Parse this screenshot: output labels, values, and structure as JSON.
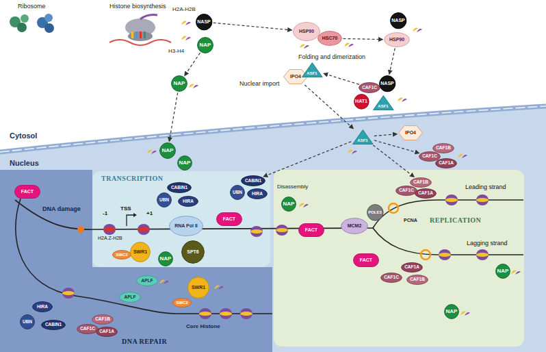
{
  "diagram": {
    "nodes": [
      {
        "text": [
          "NASP"
        ]
      },
      {
        "text": [
          "NAP"
        ]
      },
      {
        "text": [
          "NAP"
        ]
      },
      {
        "text": [
          "HSP90"
        ]
      },
      {
        "text": [
          "HSC70"
        ]
      },
      {
        "text": [
          "NASP"
        ]
      },
      {
        "text": [
          "HSP90"
        ]
      },
      {
        "text": [
          "IPO4"
        ]
      },
      {
        "text": [
          "ASF1"
        ]
      },
      {
        "text": [
          "CAF1C"
        ]
      },
      {
        "text": [
          "NASP"
        ]
      },
      {
        "text": [
          "HAT1"
        ]
      },
      {
        "text": [
          "ASF1"
        ]
      },
      {
        "text": [
          "NAP"
        ]
      },
      {
        "text": [
          "NAP"
        ]
      },
      {
        "text": [
          "ASF1"
        ]
      },
      {
        "text": [
          "IPO4"
        ]
      },
      {
        "text": [
          "CAF1B"
        ]
      },
      {
        "text": [
          "CAF1C"
        ]
      },
      {
        "text": [
          "CAF1A"
        ]
      },
      {
        "text": [
          "TRANSCRIPTION"
        ]
      },
      {
        "text": [
          "CABIN1"
        ],
        "in": 20
      },
      {
        "text": [
          "UBN"
        ],
        "in": 20
      },
      {
        "text": [
          "HIRA"
        ],
        "in": 20
      },
      {
        "text": [
          "CABIN1"
        ],
        "in": 20
      },
      {
        "text": [
          "UBN"
        ],
        "in": 20
      },
      {
        "text": [
          "HIRA"
        ],
        "in": 20
      },
      {
        "text": [
          "RNA Pol II"
        ],
        "in": 20
      },
      {
        "text": [
          "FACT"
        ],
        "in": 20
      },
      {
        "text": [
          "SWC2"
        ],
        "in": 20
      },
      {
        "text": [
          "SWR1"
        ],
        "in": 20
      },
      {
        "text": [
          "SPT6"
        ],
        "in": 20
      },
      {
        "text": [
          "NAP"
        ],
        "in": 20
      },
      {
        "text": [
          "REPLICATION"
        ]
      },
      {
        "text": [
          "NAP"
        ],
        "in": 33
      },
      {
        "text": [
          "CAF1B"
        ],
        "in": 33
      },
      {
        "text": [
          "CAF1C"
        ],
        "in": 33
      },
      {
        "text": [
          "CAF1A"
        ],
        "in": 33
      },
      {
        "text": [
          "FACT"
        ],
        "in": 33
      },
      {
        "text": [
          "MCM2"
        ],
        "in": 33
      },
      {
        "text": [
          "POLE3"
        ],
        "in": 33
      },
      {
        "text": [
          "FACT"
        ],
        "in": 33
      },
      {
        "text": [
          "CAF1A"
        ],
        "in": 33
      },
      {
        "text": [
          "CAF1B"
        ],
        "in": 33
      },
      {
        "text": [
          "CAF1C"
        ],
        "in": 33
      },
      {
        "text": [
          "NAP"
        ],
        "in": 33
      },
      {
        "text": [
          "NAP"
        ],
        "in": 33
      },
      {
        "text": [
          "DNA REPAIR"
        ]
      },
      {
        "text": [
          "FACT"
        ],
        "in": 47
      },
      {
        "text": [
          "APLF"
        ],
        "in": 47
      },
      {
        "text": [
          "SWR1"
        ],
        "in": 47
      },
      {
        "text": [
          "APLF"
        ],
        "in": 47
      },
      {
        "text": [
          "SWC2"
        ],
        "in": 47
      },
      {
        "text": [
          "HIRA"
        ],
        "in": 47
      },
      {
        "text": [
          "UBN"
        ],
        "in": 47
      },
      {
        "text": [
          "CABIN1"
        ],
        "in": 47
      },
      {
        "text": [
          "CAF1B"
        ],
        "in": 47
      },
      {
        "text": [
          "CAF1C"
        ],
        "in": 47
      },
      {
        "text": [
          "CAF1A"
        ],
        "in": 47
      }
    ],
    "edges": [
      {
        "from": 0,
        "to": 3,
        "arrow": "to"
      },
      {
        "from": 4,
        "to": 6,
        "arrow": "to"
      },
      {
        "from": 6,
        "to": 10,
        "arrow": "to"
      },
      {
        "from": 9,
        "to": 8,
        "arrow": "to"
      },
      {
        "from": 1,
        "to": 2,
        "arrow": "to"
      },
      {
        "from": 2,
        "to": 13,
        "arrow": "to"
      },
      {
        "from": 7,
        "to": 15,
        "arrow": "to"
      },
      {
        "from": 15,
        "to": 16,
        "arrow": "to"
      },
      {
        "from": 15,
        "to": 18,
        "arrow": "to"
      },
      {
        "from": 15,
        "to": 24,
        "arrow": "to"
      },
      {
        "from": 15,
        "to": 35,
        "arrow": "to"
      }
    ],
    "labels": [
      "Ribosome",
      "Histone biosynthesis",
      "H2A-H2B",
      "H3-H4",
      "Folding and dimerization",
      "Nuclear import",
      "Cytosol",
      "Nucleus",
      "TSS",
      "-1",
      "+1",
      "H2A.Z-H2B",
      "DNA damage",
      "Disassembly",
      "Leading strand",
      "PCNA",
      "Lagging strand",
      "Core Histone"
    ]
  }
}
